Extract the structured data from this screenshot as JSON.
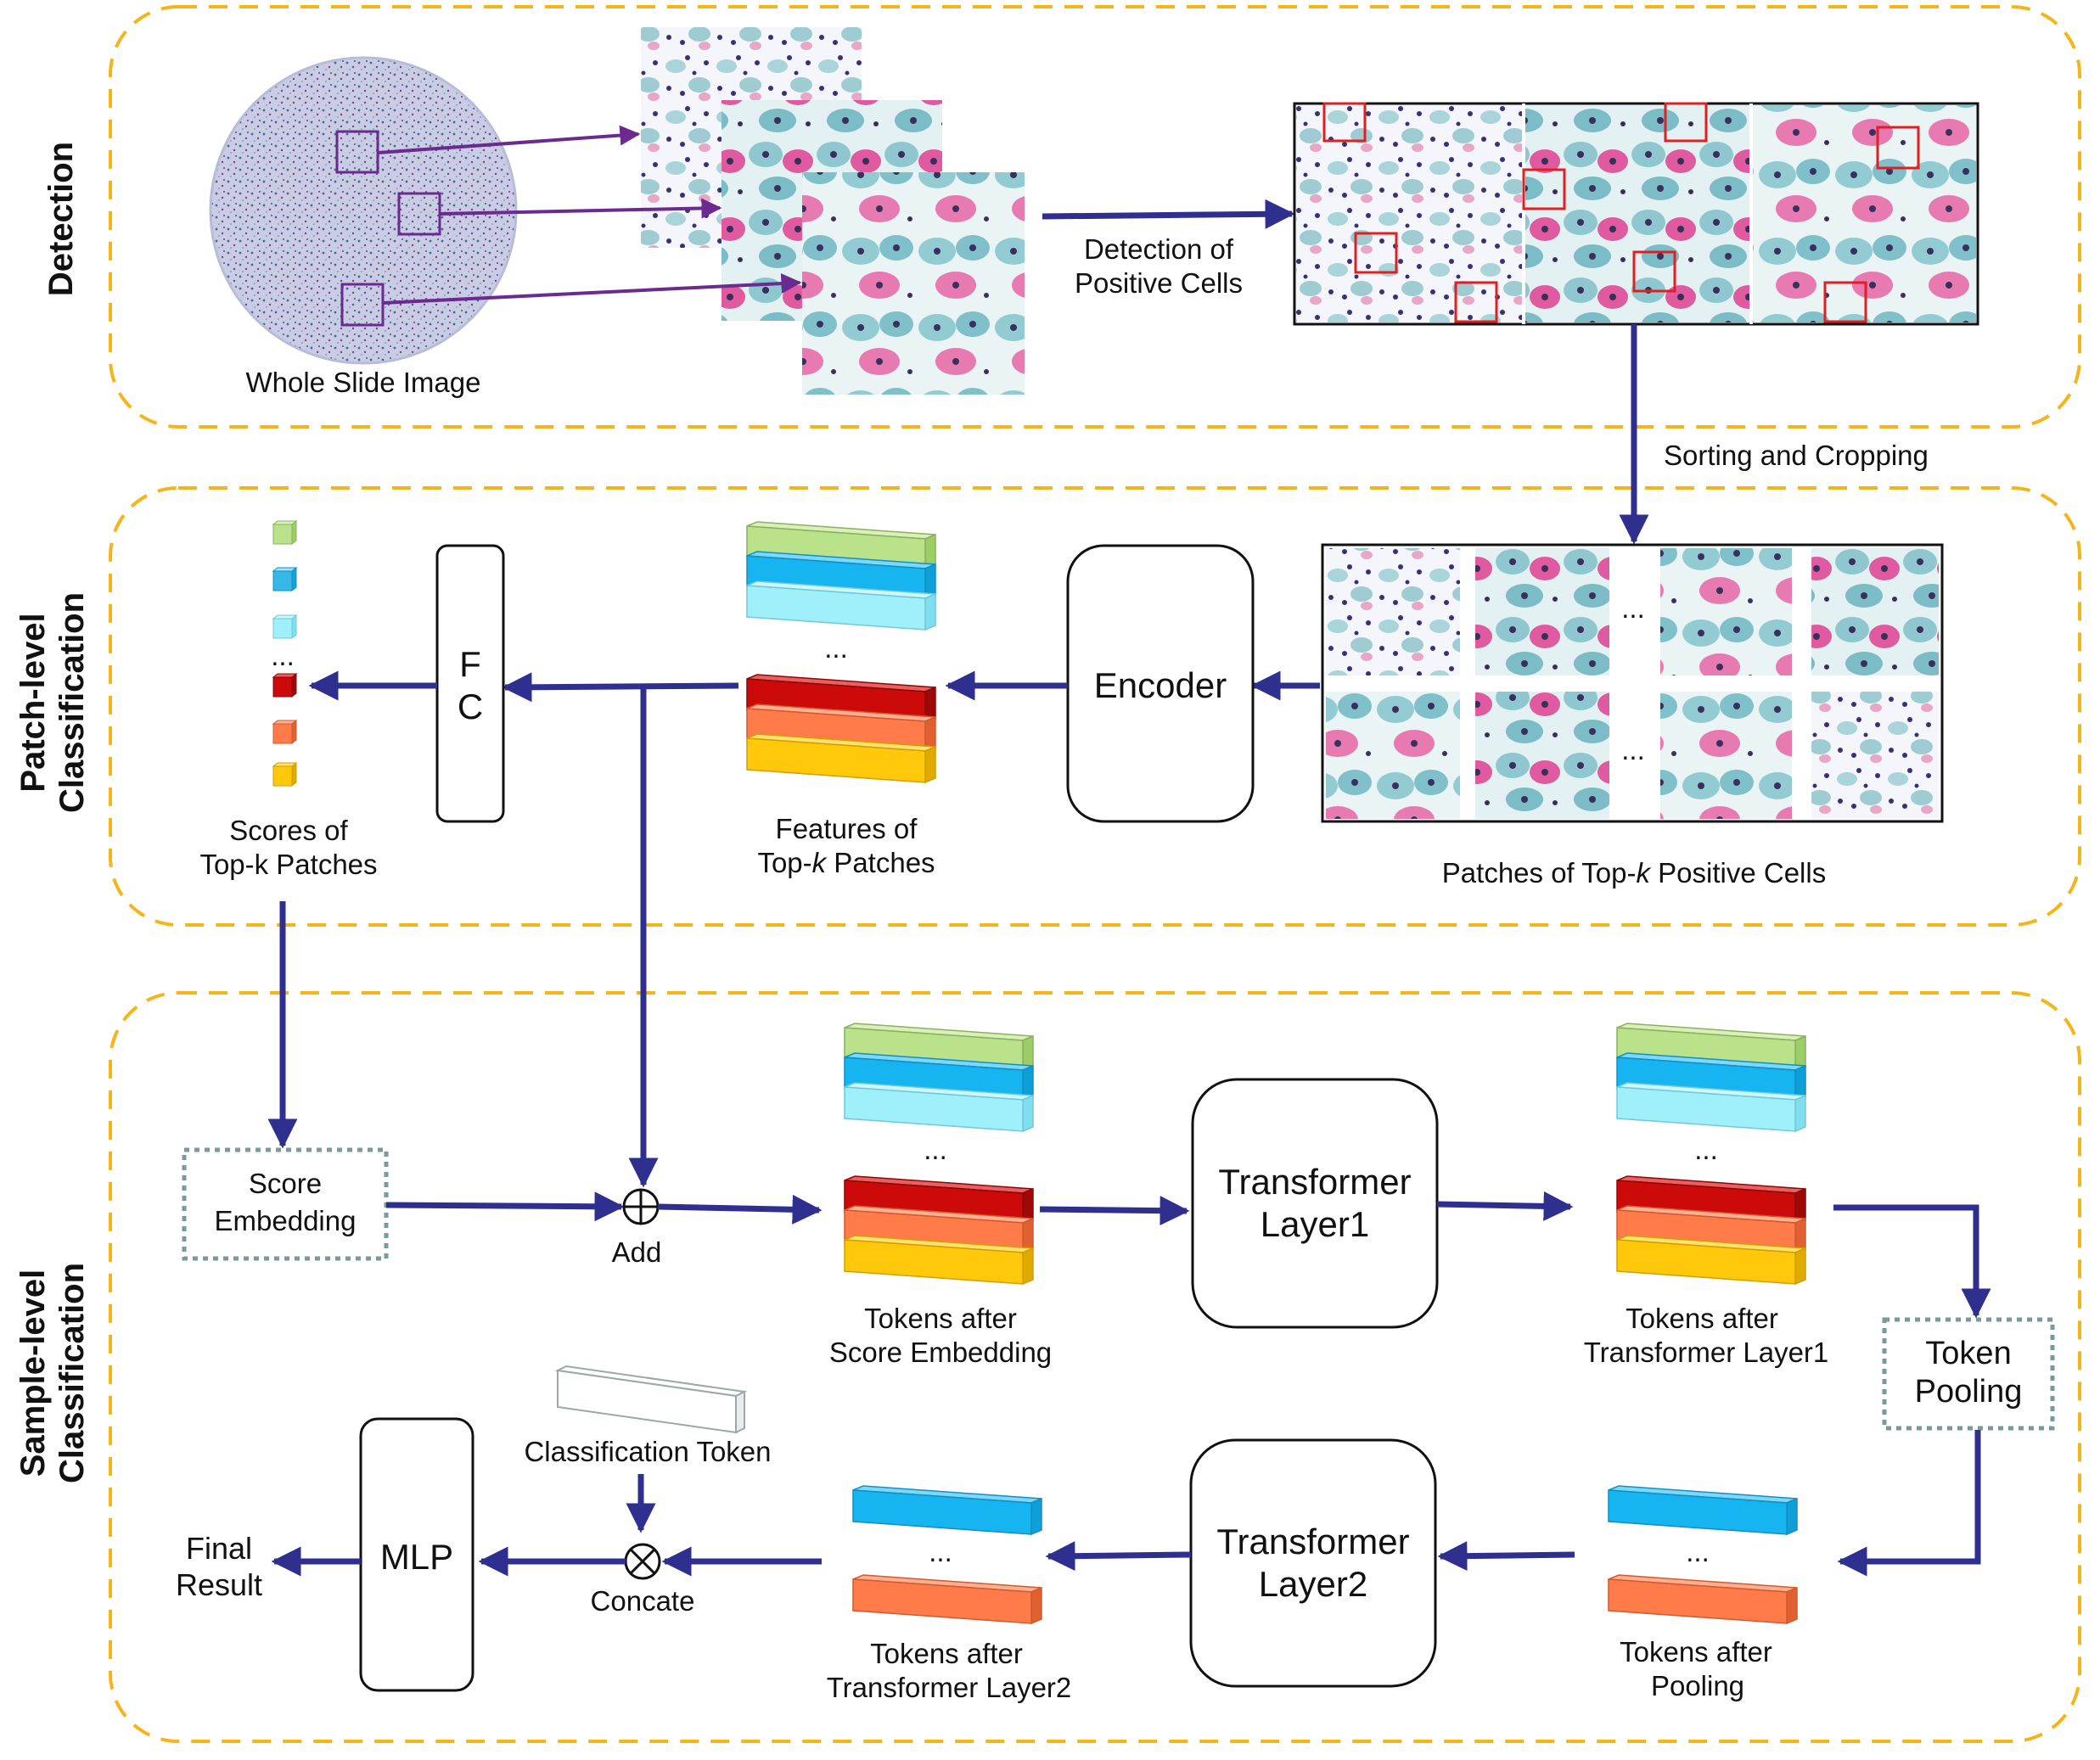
{
  "sections": {
    "detection": "Detection",
    "patch_line1": "Patch-level",
    "patch_line2": "Classification",
    "sample_line1": "Sample-level",
    "sample_line2": "Classification"
  },
  "detection": {
    "wsi_label": "Whole Slide Image",
    "detect_line1": "Detection of",
    "detect_line2": "Positive Cells",
    "sorting_label": "Sorting and Cropping"
  },
  "patch": {
    "encoder": "Encoder",
    "fc_line1": "F",
    "fc_line2": "C",
    "patches_label_pre": "Patches of Top-",
    "patches_label_k": "k",
    "patches_label_post": " Positive Cells",
    "features_line1": "Features of",
    "features_line2_pre": "Top-",
    "features_line2_k": "k",
    "features_line2_post": " Patches",
    "scores_line1": "Scores of",
    "scores_line2": "Top-k Patches",
    "ellipsis": "..."
  },
  "sample": {
    "score_emb_line1": "Score",
    "score_emb_line2": "Embedding",
    "add_label": "Add",
    "tokens_score_line1": "Tokens after",
    "tokens_score_line2": "Score Embedding",
    "tl1_line1": "Transformer",
    "tl1_line2": "Layer1",
    "tokens_tl1_line1": "Tokens after",
    "tokens_tl1_line2": "Transformer Layer1",
    "pool_line1": "Token",
    "pool_line2": "Pooling",
    "tokens_pool_line1": "Tokens after",
    "tokens_pool_line2": "Pooling",
    "tl2_line1": "Transformer",
    "tl2_line2": "Layer2",
    "tokens_tl2_line1": "Tokens after",
    "tokens_tl2_line2": "Transformer Layer2",
    "cls_token": "Classification Token",
    "concat_label": "Concate",
    "mlp": "MLP",
    "final_line1": "Final",
    "final_line2": "Result",
    "ellipsis": "..."
  },
  "colors": {
    "arrow": "#2e2f8f",
    "section_border": "#f5b51a",
    "wsi_box": "#6a2a8f",
    "detect_box": "#e02020",
    "token_green": "#b9e28a",
    "token_blue": "#16b4f0",
    "token_cyan": "#9ff0fb",
    "token_red": "#cc0a0a",
    "token_orange": "#ff7b4a",
    "token_yellow": "#ffc80a",
    "dotted_box": "#7a9a9a"
  }
}
